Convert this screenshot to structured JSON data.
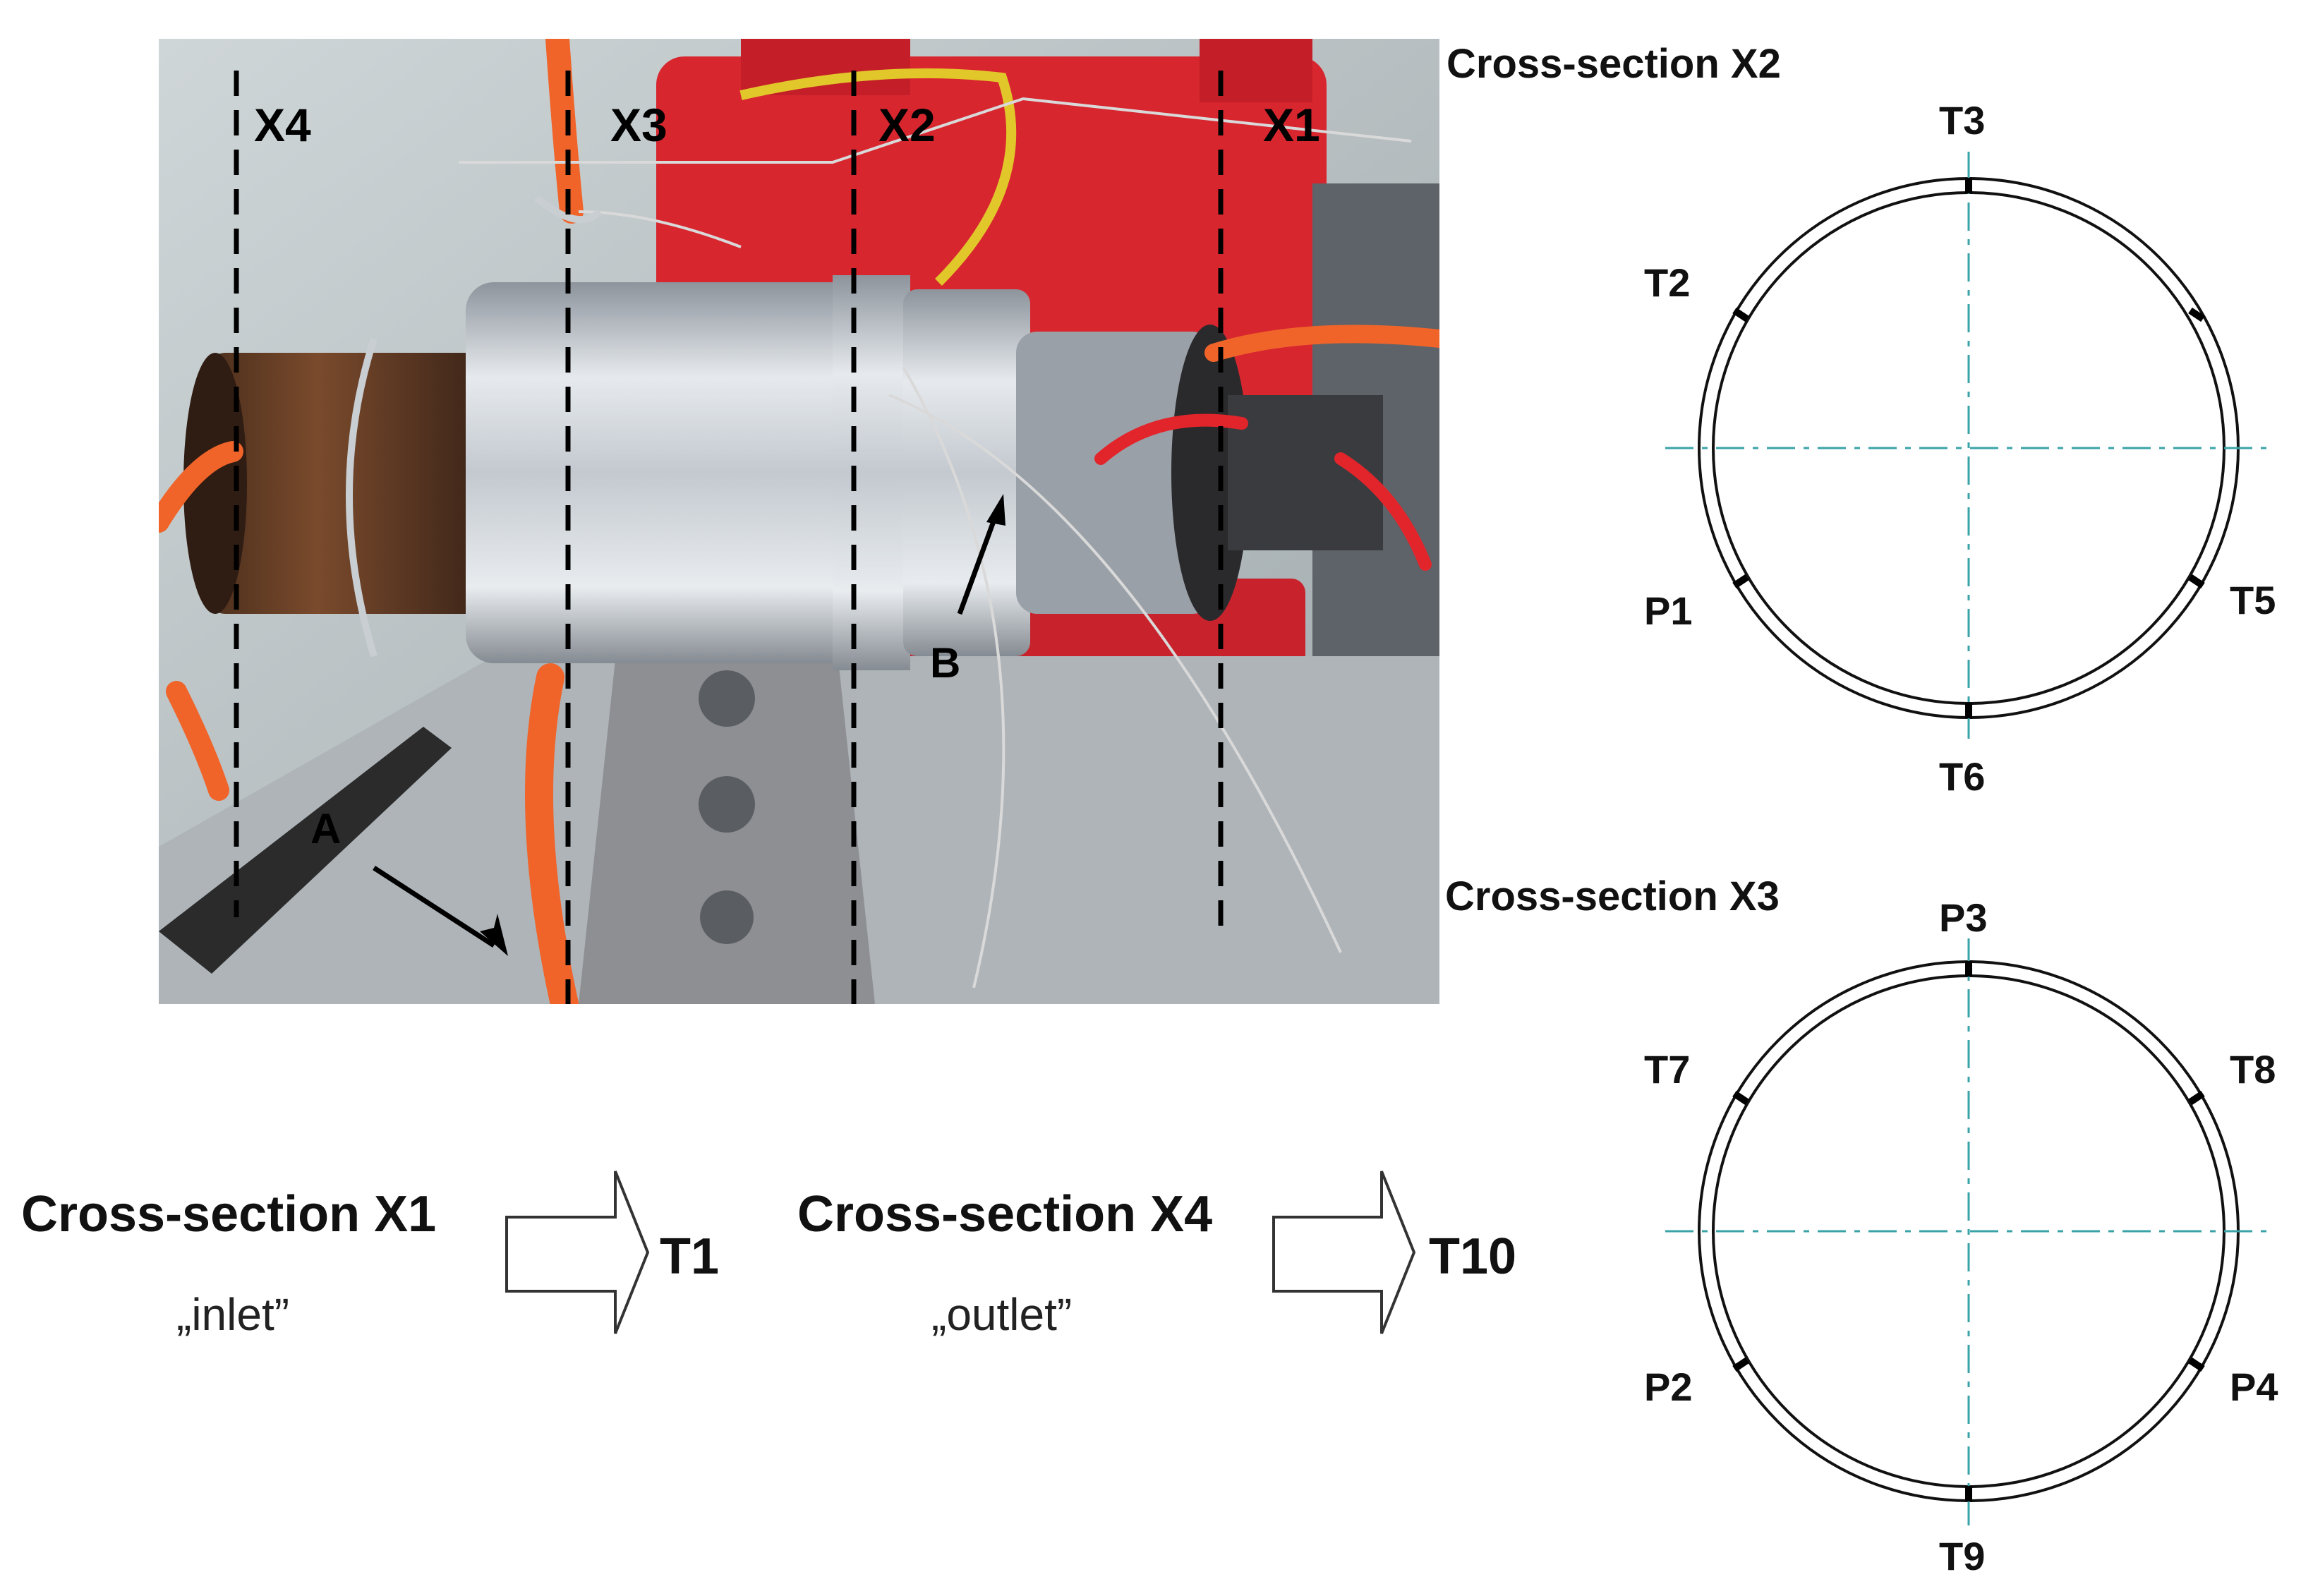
{
  "photo": {
    "section_lines": [
      "X4",
      "X3",
      "X2",
      "X1"
    ],
    "callouts": {
      "a": "A",
      "b": "B"
    }
  },
  "section_x2": {
    "title": "Cross-section X2",
    "sensors": {
      "top": "T3",
      "upper_left": "T2",
      "lower_left": "P1",
      "lower_right": "T5",
      "bottom": "T6"
    }
  },
  "section_x3": {
    "title": "Cross-section X3",
    "sensors": {
      "top": "P3",
      "upper_left": "T7",
      "upper_right": "T8",
      "lower_left": "P2",
      "lower_right": "P4",
      "bottom": "T9"
    }
  },
  "section_x1": {
    "title": "Cross-section X1",
    "subtitle": "„inlet”",
    "result": "T1"
  },
  "section_x4": {
    "title": "Cross-section X4",
    "subtitle": "„outlet”",
    "result": "T10"
  },
  "colors": {
    "centerline": "#3aa3a8",
    "tank_red": "#d8262f",
    "hose_orange": "#f0642a",
    "metal": "#b9bfc6"
  }
}
